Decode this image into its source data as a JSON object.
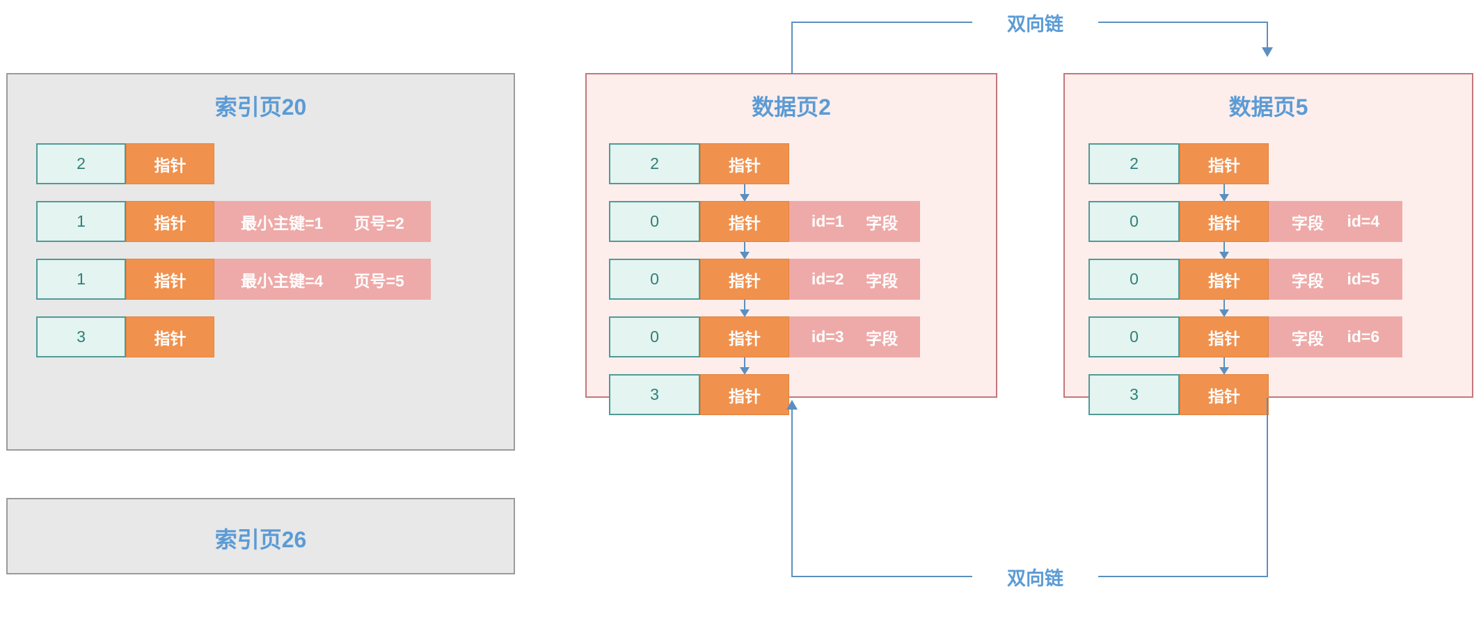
{
  "colors": {
    "index_page_bg": "#e8e8e8",
    "index_page_border": "#9a9a9a",
    "data_page_bg": "#fdeeec",
    "data_page_border": "#c4767c",
    "key_cell_bg": "#e3f4f1",
    "key_cell_border": "#4f9a96",
    "pointer_cell_bg": "#f0914e",
    "record_data_bg": "#eeaaa8",
    "title_blue": "#5b9bd5",
    "arrow_blue": "#5b8fc0"
  },
  "index_pages": [
    {
      "title": "索引页20",
      "rows": [
        {
          "key": "2",
          "pointer": "指针",
          "data": []
        },
        {
          "key": "1",
          "pointer": "指针",
          "data": [
            "最小主键=1",
            "页号=2"
          ]
        },
        {
          "key": "1",
          "pointer": "指针",
          "data": [
            "最小主键=4",
            "页号=5"
          ]
        },
        {
          "key": "3",
          "pointer": "指针",
          "data": []
        }
      ]
    },
    {
      "title": "索引页26",
      "rows": []
    }
  ],
  "data_pages": [
    {
      "title": "数据页2",
      "rows": [
        {
          "key": "2",
          "pointer": "指针",
          "data": []
        },
        {
          "key": "0",
          "pointer": "指针",
          "data": [
            "id=1",
            "字段"
          ]
        },
        {
          "key": "0",
          "pointer": "指针",
          "data": [
            "id=2",
            "字段"
          ]
        },
        {
          "key": "0",
          "pointer": "指针",
          "data": [
            "id=3",
            "字段"
          ]
        },
        {
          "key": "3",
          "pointer": "指针",
          "data": []
        }
      ]
    },
    {
      "title": "数据页5",
      "rows": [
        {
          "key": "2",
          "pointer": "指针",
          "data": []
        },
        {
          "key": "0",
          "pointer": "指针",
          "data": [
            "字段",
            "id=4"
          ]
        },
        {
          "key": "0",
          "pointer": "指针",
          "data": [
            "字段",
            "id=5"
          ]
        },
        {
          "key": "0",
          "pointer": "指针",
          "data": [
            "字段",
            "id=6"
          ]
        },
        {
          "key": "3",
          "pointer": "指针",
          "data": []
        }
      ]
    }
  ],
  "connectors": {
    "top_label": "双向链",
    "bottom_label": "双向链"
  }
}
